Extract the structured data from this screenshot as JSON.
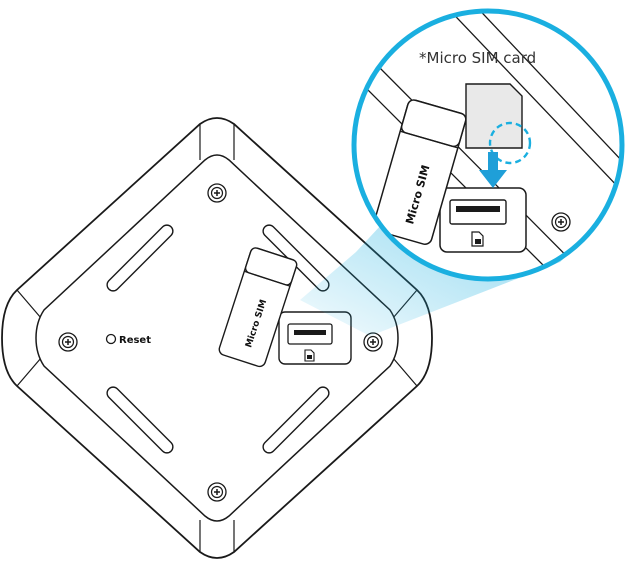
{
  "labels": {
    "reset": "Reset",
    "sim_adapter_small": "Micro SIM",
    "sim_adapter_zoom": "Micro SIM",
    "micro_sim_card": "*Micro SIM card"
  },
  "colors": {
    "outline": "#1a1a1a",
    "accent": "#1aafe0",
    "arrow": "#1f9fd8",
    "callout_fill": "#ffffff",
    "sim_card_fill": "#e9e9e9"
  },
  "icons": [
    "screw-icon",
    "reset-button-icon",
    "sim-slot-icon",
    "down-arrow-icon",
    "magnify-circle-icon"
  ]
}
